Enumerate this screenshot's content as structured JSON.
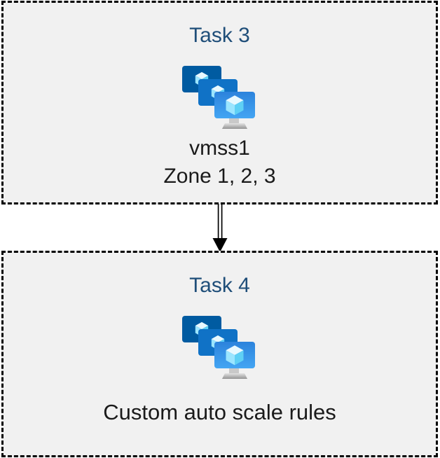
{
  "diagram": {
    "boxes": [
      {
        "title": "Task 3",
        "icon": "vm-scale-sets-icon",
        "label_line1": "vmss1",
        "label_line2": "Zone 1, 2, 3"
      },
      {
        "title": "Task 4",
        "icon": "vm-scale-sets-icon",
        "label_line1": "Custom auto scale rules"
      }
    ],
    "connector": {
      "type": "double-line-arrow",
      "direction": "down"
    },
    "colors": {
      "title_text": "#1f4e79",
      "body_text": "#1a1a1a",
      "box_background": "#f1f1f1",
      "border": "#000000",
      "monitor_back": "#005ba1",
      "monitor_middle": "#1072c6",
      "monitor_front_top": "#2c83dc",
      "monitor_front_bottom": "#44a5f3",
      "cube_top": "#e9f9ff",
      "cube_left": "#9be5ff",
      "cube_right": "#5fd0f5",
      "stand_light": "#d6d6d6",
      "stand_dark": "#949494"
    }
  }
}
